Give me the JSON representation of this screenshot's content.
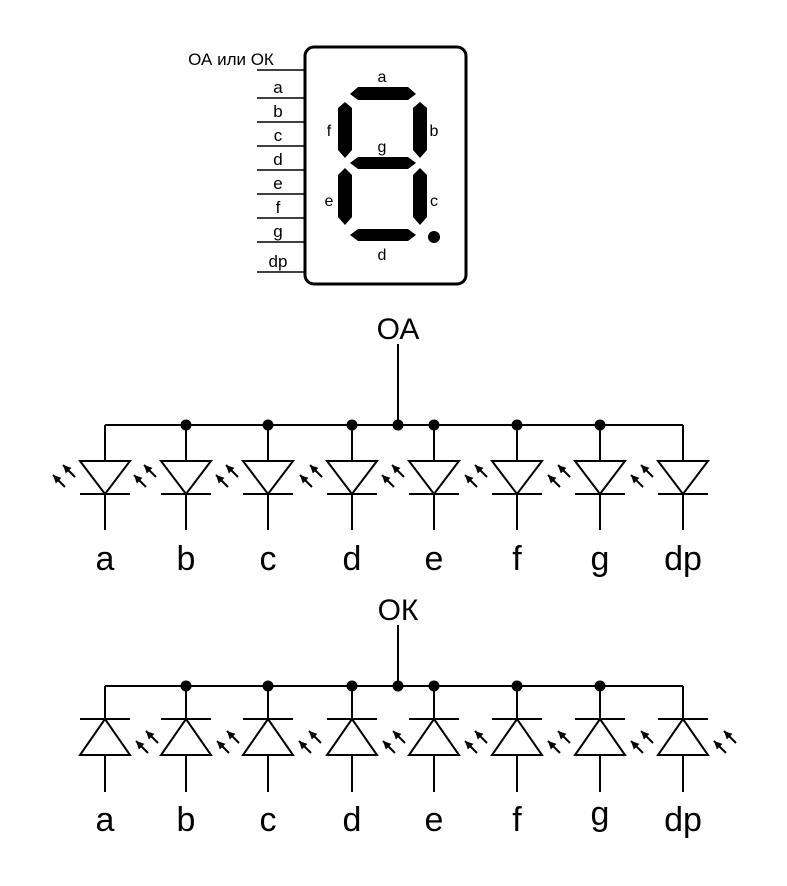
{
  "display": {
    "pin_header": "ОА или ОК",
    "pins": [
      "a",
      "b",
      "c",
      "d",
      "e",
      "f",
      "g",
      "dp"
    ],
    "segment_labels": {
      "a": "a",
      "b": "b",
      "c": "c",
      "d": "d",
      "e": "e",
      "f": "f",
      "g": "g"
    }
  },
  "common_anode": {
    "name": "ОА",
    "pins": [
      "a",
      "b",
      "c",
      "d",
      "e",
      "f",
      "g",
      "dp"
    ]
  },
  "common_cathode": {
    "name": "ОК",
    "pins": [
      "a",
      "b",
      "c",
      "d",
      "e",
      "f",
      "g",
      "dp"
    ]
  }
}
